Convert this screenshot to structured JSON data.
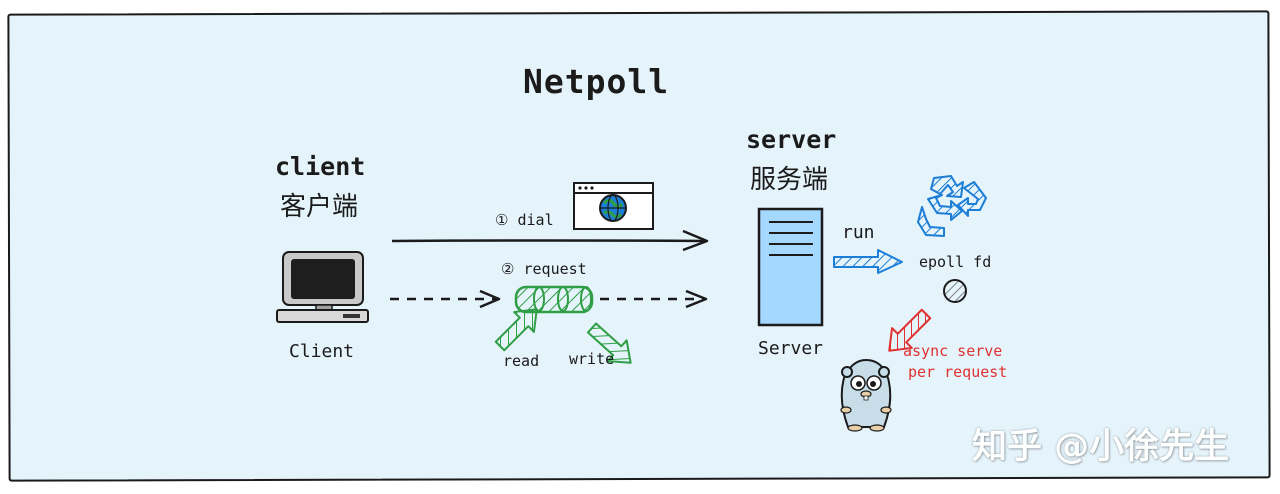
{
  "title": "Netpoll",
  "client": {
    "title": "client",
    "title_cn": "客户端",
    "label": "Client"
  },
  "server": {
    "title": "server",
    "title_cn": "服务端",
    "label": "Server"
  },
  "steps": {
    "dial": "① dial",
    "request": "② request"
  },
  "io": {
    "read": "read",
    "write": "write"
  },
  "run": "run",
  "epoll": "epoll fd",
  "async": {
    "line1": "async serve",
    "line2": "per request"
  },
  "watermark": "知乎 @小徐先生",
  "icons": [
    "computer-icon",
    "browser-globe-icon",
    "pipe-icon",
    "server-tower-icon",
    "recycle-icon",
    "gopher-mascot-icon"
  ],
  "colors": {
    "background": "#e5f3fb",
    "green": "#2f9e44",
    "blue": "#1c7ed6",
    "red": "#e03131",
    "server_fill": "#a5d8ff"
  }
}
